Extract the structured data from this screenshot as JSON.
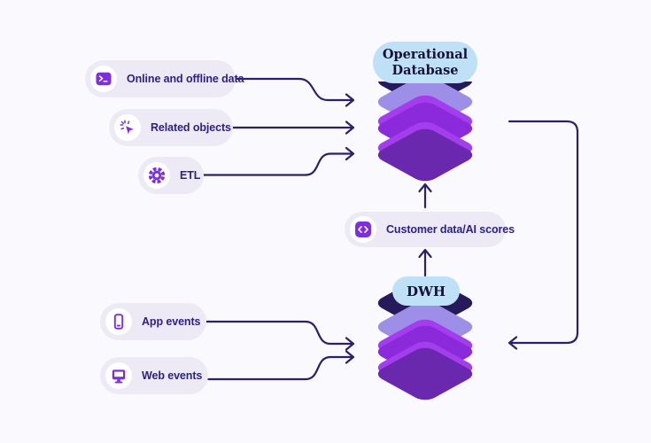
{
  "nodes": {
    "operational_db": {
      "title": "Operational Database"
    },
    "dwh": {
      "title": "DWH"
    }
  },
  "inputs_top": [
    {
      "label": "Online and offline data",
      "icon": "terminal-icon"
    },
    {
      "label": "Related objects",
      "icon": "cursor-click-icon"
    },
    {
      "label": "ETL",
      "icon": "gear-icon"
    }
  ],
  "middle_node": {
    "label": "Customer data/AI scores",
    "icon": "code-icon"
  },
  "inputs_bottom": [
    {
      "label": "App events",
      "icon": "smartphone-icon"
    },
    {
      "label": "Web events",
      "icon": "monitor-icon"
    }
  ],
  "colors": {
    "canvas_bg": "#faf9fe",
    "pill_bg": "#edeaf6",
    "pill_text": "#2e2280",
    "blue_pill_bg": "#bfe1f8",
    "blue_pill_text": "#161038",
    "icon_purple": "#7c2ee0",
    "arrow": "#2b2168",
    "stack_navy": "#271a5c",
    "stack_lavender": "#9d8ee8",
    "stack_bright": "#a33dee",
    "stack_mid": "#8a2ada",
    "stack_dark": "#6a28ae"
  }
}
